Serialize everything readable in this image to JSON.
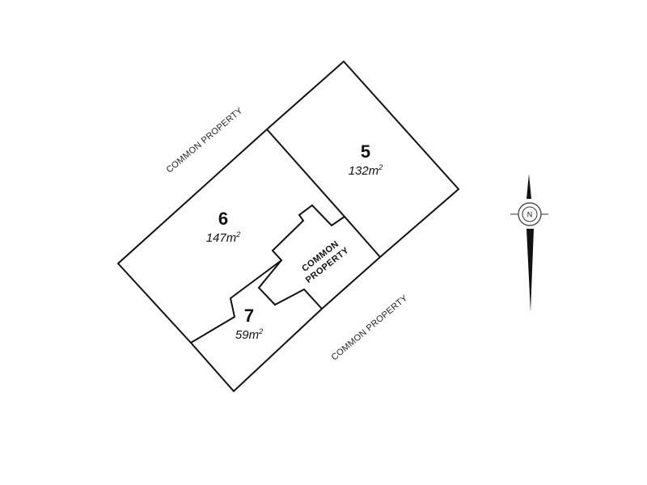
{
  "lots": [
    {
      "number": "5",
      "area": "132m",
      "area_unit_sup": "2"
    },
    {
      "number": "6",
      "area": "147m",
      "area_unit_sup": "2"
    },
    {
      "number": "7",
      "area": "59m",
      "area_unit_sup": "2"
    }
  ],
  "common_property": {
    "inner_label_line1": "COMMON",
    "inner_label_line2": "PROPERTY",
    "boundary_label_top": "COMMON PROPERTY",
    "boundary_label_bottom": "COMMON PROPERTY"
  },
  "north_arrow": {
    "letter": "N"
  }
}
